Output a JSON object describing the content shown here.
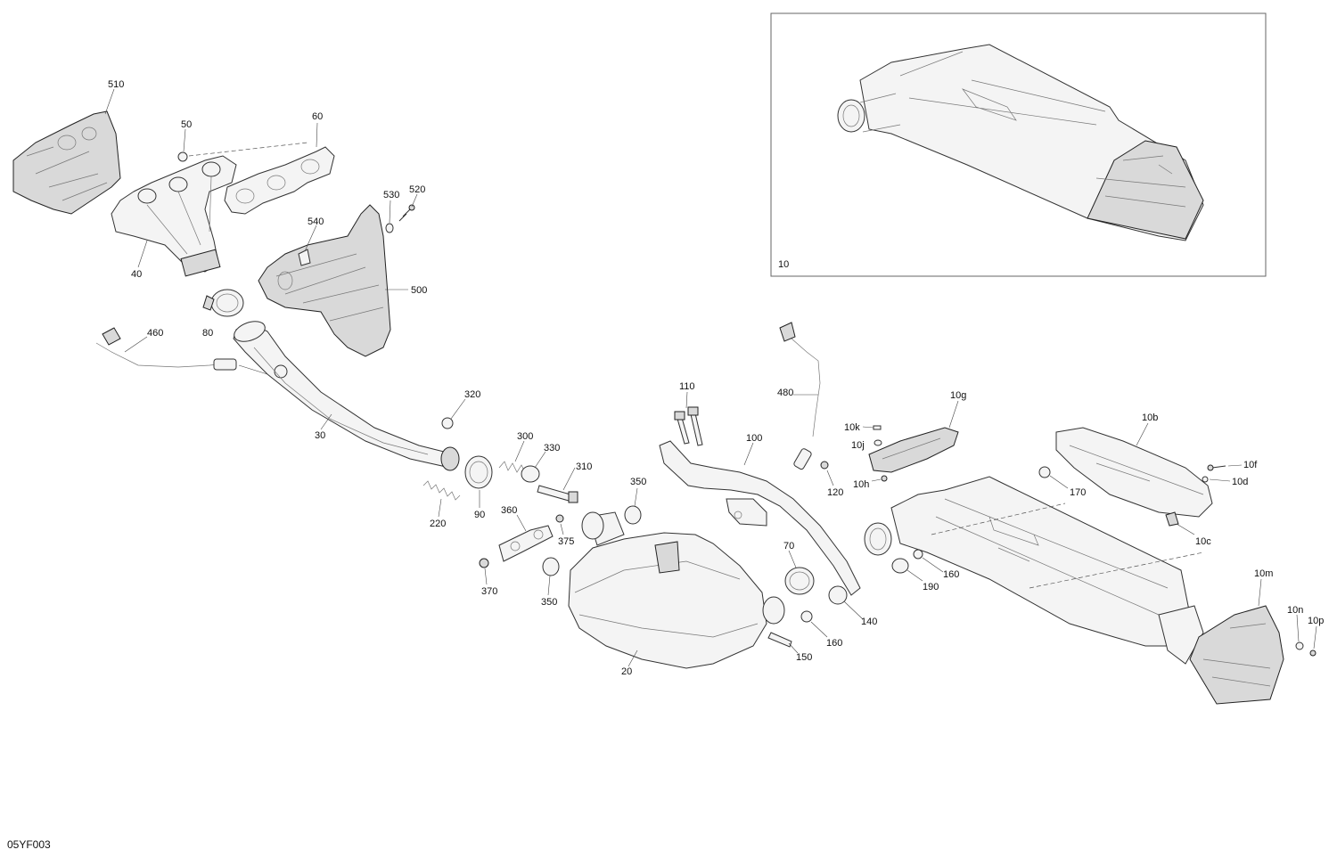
{
  "drawing_code": "05YF003",
  "callouts": {
    "c10": "10",
    "c10b": "10b",
    "c10c": "10c",
    "c10d": "10d",
    "c10f": "10f",
    "c10g": "10g",
    "c10h": "10h",
    "c10j": "10j",
    "c10k": "10k",
    "c10m": "10m",
    "c10n": "10n",
    "c10p": "10p",
    "c20": "20",
    "c30": "30",
    "c40": "40",
    "c50": "50",
    "c60": "60",
    "c70": "70",
    "c80": "80",
    "c90": "90",
    "c100": "100",
    "c110": "110",
    "c120": "120",
    "c140": "140",
    "c150": "150",
    "c160a": "160",
    "c160b": "160",
    "c170": "170",
    "c190": "190",
    "c220": "220",
    "c300": "300",
    "c310": "310",
    "c320": "320",
    "c330": "330",
    "c350a": "350",
    "c350b": "350",
    "c360": "360",
    "c370": "370",
    "c375": "375",
    "c460": "460",
    "c480": "480",
    "c500": "500",
    "c510": "510",
    "c520": "520",
    "c530": "530",
    "c540": "540"
  }
}
